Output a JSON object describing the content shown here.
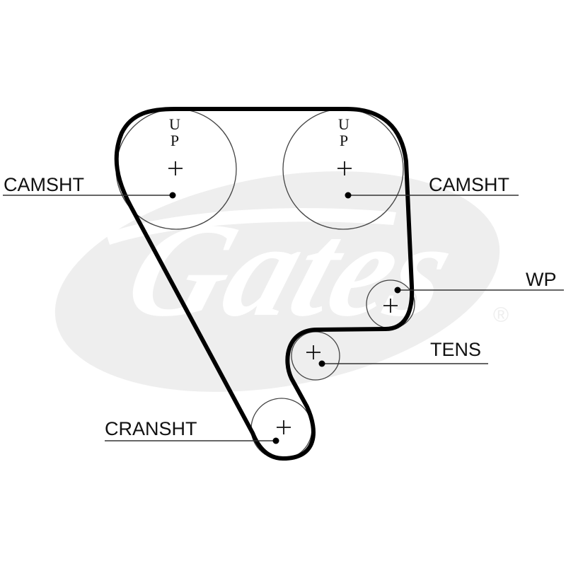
{
  "watermark": {
    "logo_text": "Gates",
    "registered_mark": "®",
    "color": "#eeeeee"
  },
  "labels": {
    "camshaft_left": "CAMSHT",
    "camshaft_right": "CAMSHT",
    "water_pump": "WP",
    "tensioner": "TENS",
    "crankshaft": "CRANSHT"
  },
  "up_marks": {
    "left": [
      "U",
      "P"
    ],
    "right": [
      "U",
      "P"
    ]
  },
  "colors": {
    "belt": "#000000",
    "outline": "#444444",
    "text": "#111111",
    "background": "#ffffff"
  }
}
